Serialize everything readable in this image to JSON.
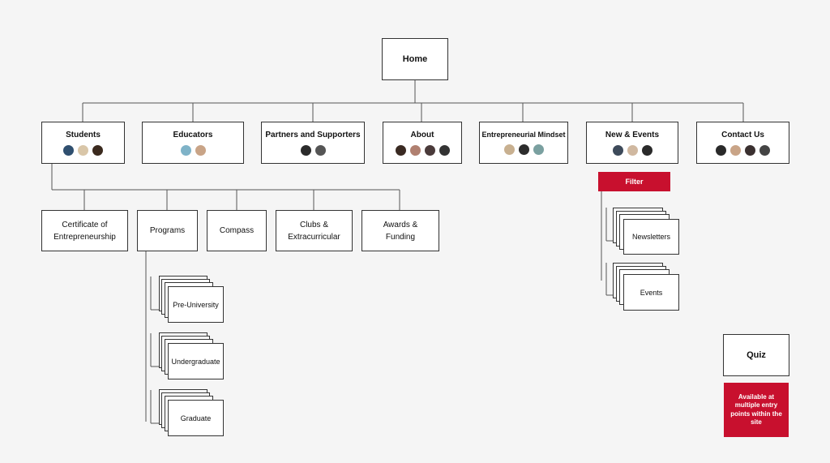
{
  "home": "Home",
  "top_level": [
    {
      "label": "Students",
      "avatars": [
        "#2f4f6f",
        "#d9c6a8",
        "#3b2a1e"
      ]
    },
    {
      "label": "Educators",
      "avatars": [
        "#7fb3c8",
        "#c9a487"
      ]
    },
    {
      "label": "Partners and Supporters",
      "avatars": [
        "#2b2b2b",
        "#555555"
      ]
    },
    {
      "label": "About",
      "avatars": [
        "#3a2a22",
        "#b08070",
        "#4a3a3a",
        "#333333"
      ]
    },
    {
      "label": "Entrepreneurial Mindset",
      "avatars": [
        "#c8b090",
        "#2c2c2c",
        "#7aa0a0"
      ]
    },
    {
      "label": "New & Events",
      "avatars": [
        "#3d4a5a",
        "#d0b8a0",
        "#2a2a2a"
      ]
    },
    {
      "label": "Contact Us",
      "avatars": [
        "#2a2a2a",
        "#c9a487",
        "#3a3030",
        "#444444"
      ]
    }
  ],
  "students_children": [
    {
      "line1": "Certificate of",
      "line2": "Entrepreneurship"
    },
    {
      "line1": "Programs",
      "line2": ""
    },
    {
      "line1": "Compass",
      "line2": ""
    },
    {
      "line1": "Clubs &",
      "line2": "Extracurricular"
    },
    {
      "line1": "Awards &",
      "line2": "Funding"
    }
  ],
  "programs_children": [
    "Pre-University",
    "Undergraduate",
    "Graduate"
  ],
  "filter": "Filter",
  "news_children": [
    "Newsletters",
    "Events"
  ],
  "quiz": "Quiz",
  "legend_note": "Available at multiple entry points within the site",
  "colors": {
    "accent": "#c8102e",
    "background": "#f5f5f5",
    "line": "#333333"
  }
}
